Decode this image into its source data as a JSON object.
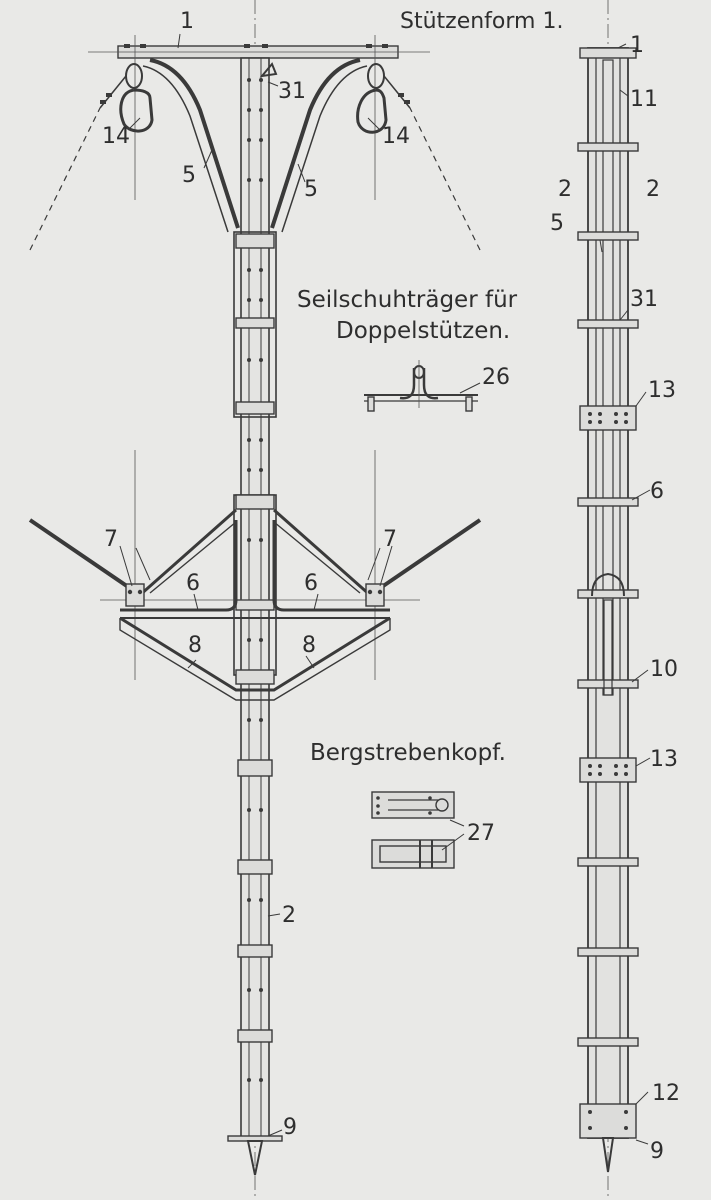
{
  "titles": {
    "main": "Stützenform 1.",
    "carrier_line1": "Seilschuhträger für",
    "carrier_line2": "Doppelstützen.",
    "strut_head": "Bergstrebenkopf."
  },
  "labels": {
    "l1": "1",
    "l31": "31",
    "l14a": "14",
    "l14b": "14",
    "l5a": "5",
    "l5b": "5",
    "l7a": "7",
    "l7b": "7",
    "l6a": "6",
    "l6b": "6",
    "l8a": "8",
    "l8b": "8",
    "l2": "2",
    "l9": "9",
    "l26": "26",
    "l27": "27",
    "r1": "1",
    "r11": "11",
    "r2a": "2",
    "r2b": "2",
    "r5": "5",
    "r31": "31",
    "r13a": "13",
    "r6": "6",
    "r10": "10",
    "r13b": "13",
    "r12": "12",
    "r9": "9"
  },
  "colors": {
    "paper": "#e9e9e7",
    "ink": "#3a3a3a"
  }
}
